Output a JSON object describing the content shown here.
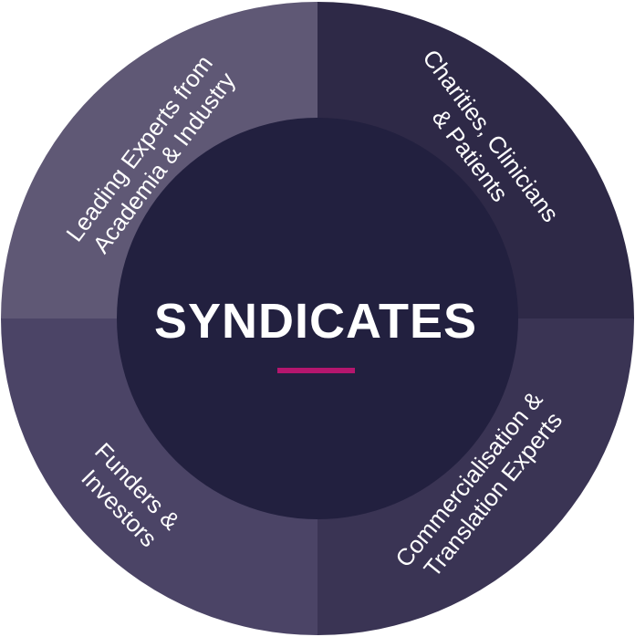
{
  "center": {
    "title": "SYNDICATES",
    "inner_color": "#22203f",
    "accent_color": "#b5166e"
  },
  "segments": [
    {
      "id": "top-left",
      "lines": [
        "Leading Experts from",
        "Academia & Industry"
      ],
      "color": "#5f5875"
    },
    {
      "id": "top-right",
      "lines": [
        "Charities, Clinicians",
        "& Patients"
      ],
      "color": "#2e2947"
    },
    {
      "id": "bottom-right",
      "lines": [
        "Commercialisation &",
        "Translation Experts"
      ],
      "color": "#3a3454"
    },
    {
      "id": "bottom-left",
      "lines": [
        "Funders &",
        "Investors"
      ],
      "color": "#4b4466"
    }
  ]
}
